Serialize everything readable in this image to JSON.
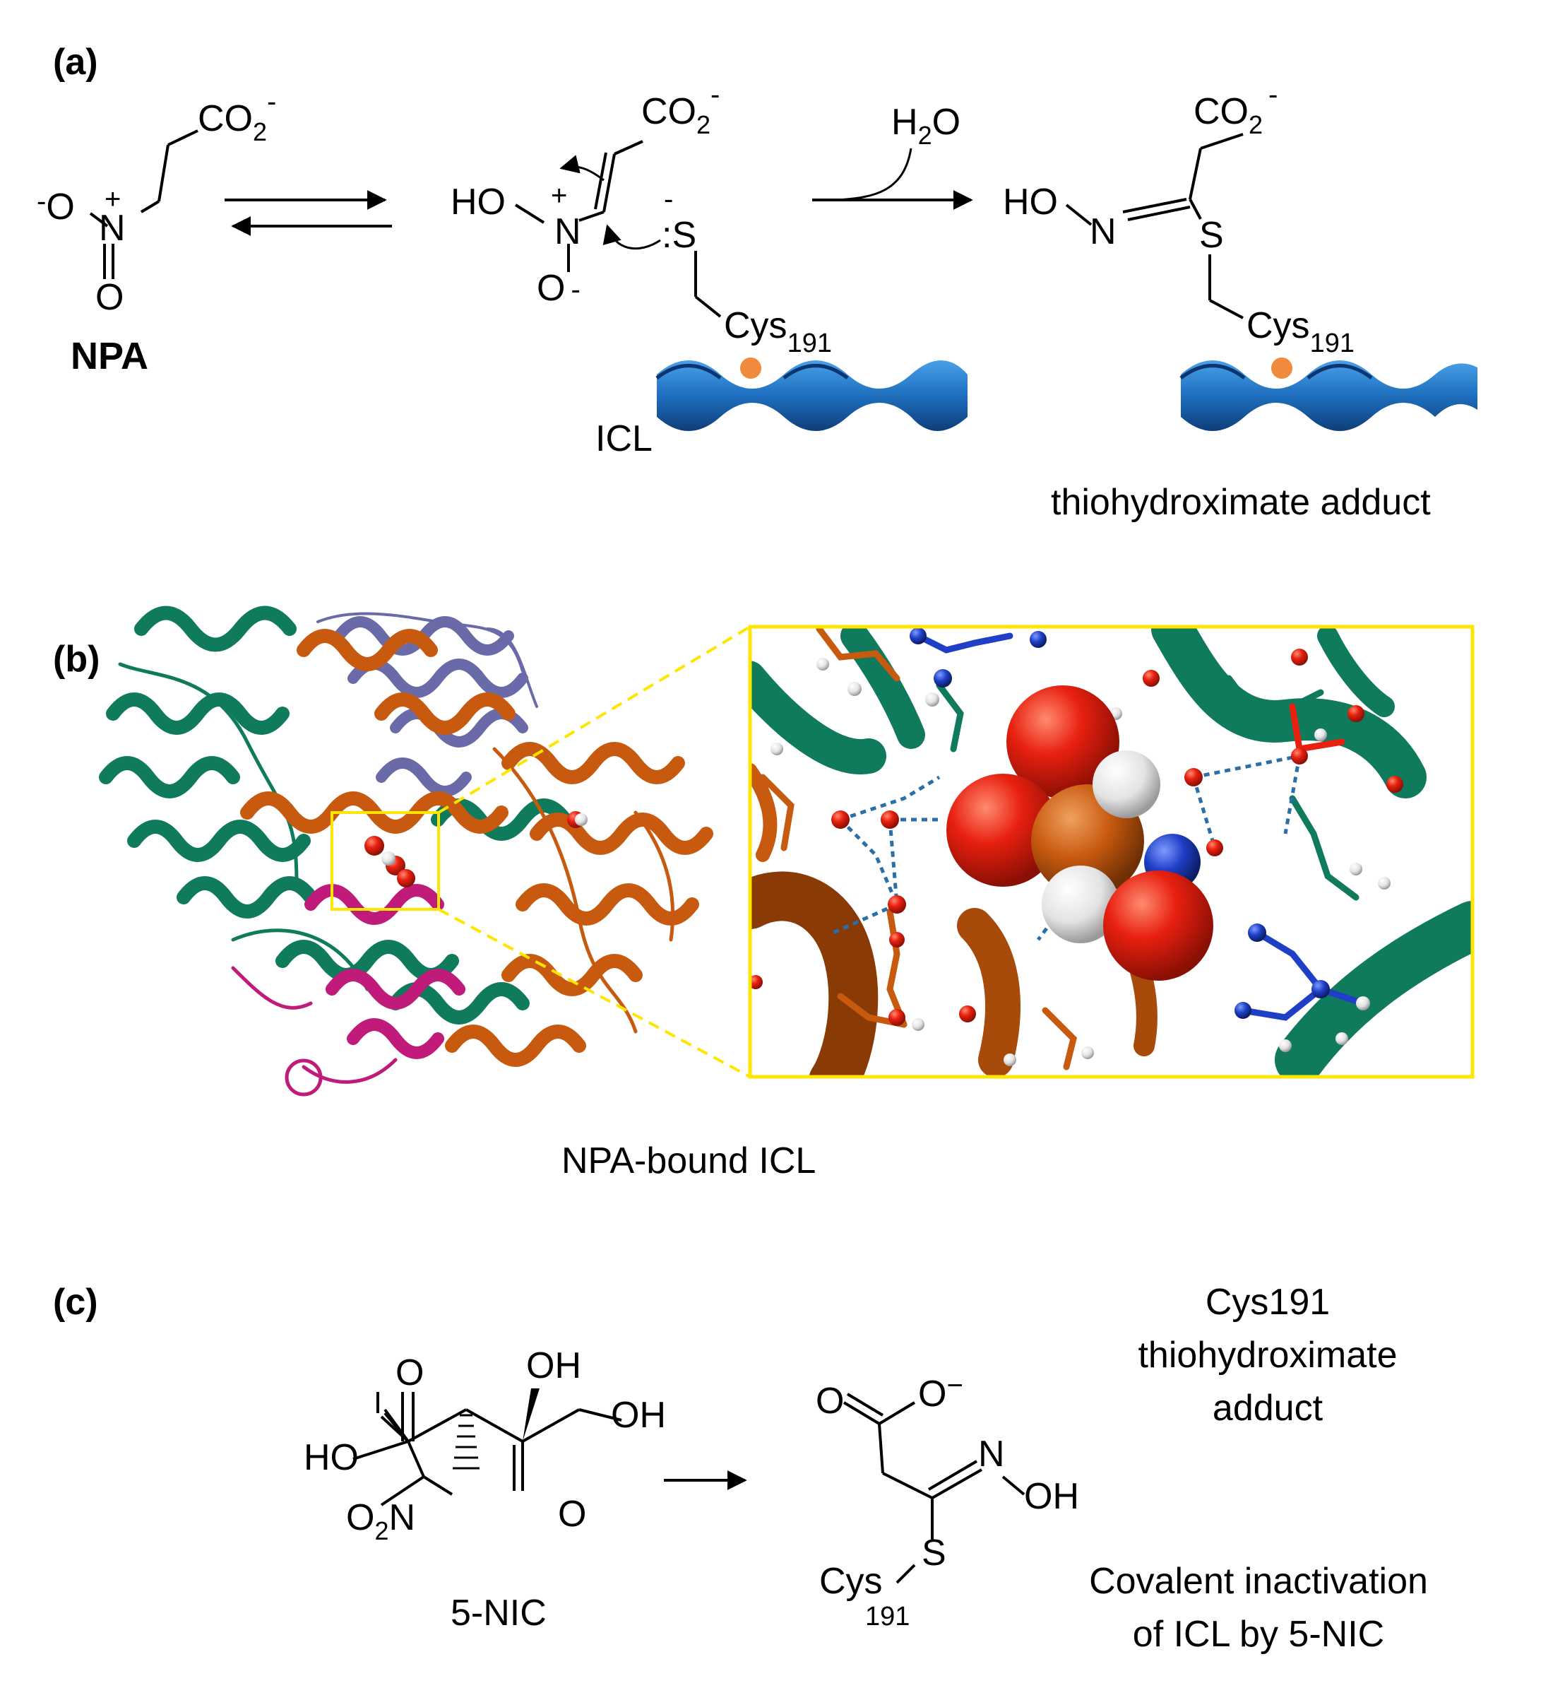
{
  "panels": {
    "a": {
      "label": "(a)"
    },
    "b": {
      "label": "(b)"
    },
    "c": {
      "label": "(c)"
    }
  },
  "panel_a": {
    "npa_name": "NPA",
    "carboxylate_co": "CO",
    "carboxylate_sub": "2",
    "carboxylate_charge": "-",
    "nitro_o_neg": "O",
    "nitro_o_neg_charge": "-",
    "nitro_n": "N",
    "nitro_n_charge": "+",
    "nitro_o": "O",
    "intermediate_ho": "HO",
    "intermediate_n": "N",
    "intermediate_n_charge": "+",
    "intermediate_o": "O",
    "intermediate_o_charge": "-",
    "thiolate_s": "S",
    "thiolate_colon": ":",
    "thiolate_charge": "-",
    "cys_label": "Cys",
    "cys_sub": "191",
    "icl_label": "ICL",
    "water_h": "H",
    "water_sub": "2",
    "water_o": "O",
    "product_ho": "HO",
    "product_n": "N",
    "product_s": "S",
    "adduct_caption": "thiohydroximate adduct",
    "helix_color": "#1e6fbf",
    "cys_marker_color": "#f08a3c"
  },
  "panel_b": {
    "caption": "NPA-bound ICL",
    "chain_colors": [
      "#0f7a5c",
      "#c85a0f",
      "#6a6aa8",
      "#c01a7a"
    ],
    "atom_colors": {
      "oxygen": "#e8200f",
      "hydrogen": "#e6e6e6",
      "nitrogen": "#1f3fc7",
      "carbon": "#c85a0f"
    },
    "zoom_frame_color": "#ffe600"
  },
  "panel_c": {
    "reactant_name": "5-NIC",
    "reactant_o1": "O",
    "reactant_oh_top": "OH",
    "reactant_ho": "HO",
    "reactant_oh_right": "OH",
    "reactant_o2": "O",
    "reactant_no2": "O",
    "reactant_no2_sub": "2",
    "reactant_no2_n": "N",
    "product_o": "O",
    "product_o_minus": "O",
    "product_minus": "−",
    "product_n": "N",
    "product_oh": "OH",
    "product_s": "S",
    "product_cys": "Cys",
    "product_cys_sub": "191",
    "caption_line1": "Cys191",
    "caption_line2": "thiohydroximate",
    "caption_line3": "adduct",
    "summary_line1": "Covalent inactivation",
    "summary_line2": "of ICL by 5-NIC"
  }
}
